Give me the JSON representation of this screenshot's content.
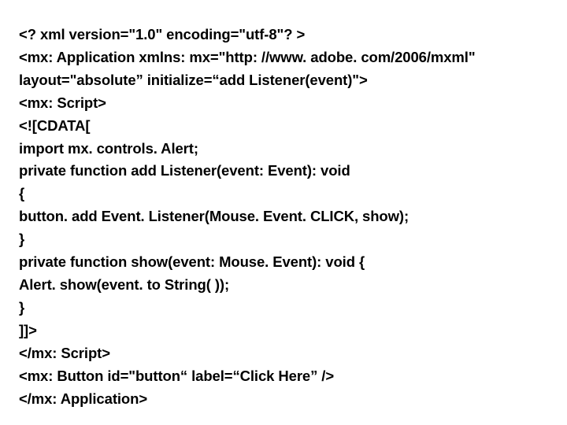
{
  "slide": {
    "background_color": "#ffffff",
    "text_color": "#000000",
    "code_lines": [
      "<? xml version=\"1.0\" encoding=\"utf-8\"? >",
      "<mx: Application xmlns: mx=\"http: //www. adobe. com/2006/mxml\"",
      "layout=\"absolute” initialize=“add Listener(event)\">",
      "<mx: Script>",
      "<![CDATA[",
      "import mx. controls. Alert;",
      "private function add Listener(event: Event): void",
      "{",
      "button. add Event. Listener(Mouse. Event. CLICK, show);",
      "}",
      "private function show(event: Mouse. Event): void {",
      "Alert. show(event. to String( ));",
      "}",
      "]]>",
      "</mx: Script>",
      "<mx: Button id=\"button“ label=“Click Here” />",
      "</mx: Application>"
    ]
  }
}
